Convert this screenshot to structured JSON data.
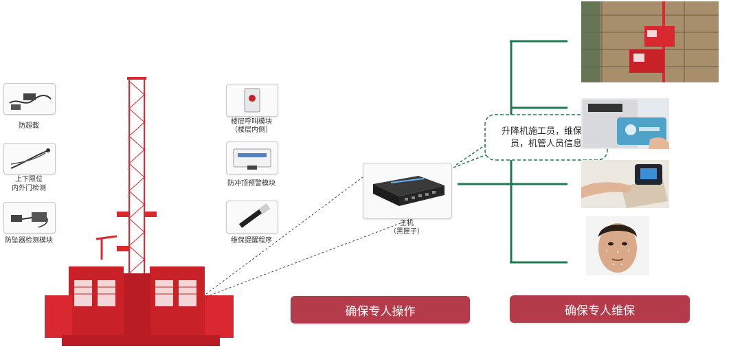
{
  "modules_left": [
    {
      "icon": "overload-sensor-icon",
      "label": "防超载"
    },
    {
      "icon": "limit-cable-icon",
      "label": "上下限位",
      "label2": "内外门检测"
    },
    {
      "icon": "fall-protector-sensor-icon",
      "label": "防坠器检测模块"
    }
  ],
  "modules_right": [
    {
      "icon": "floor-call-device-icon",
      "label": "楼层呼叫模块",
      "label2": "（楼层内侧）"
    },
    {
      "icon": "anti-ceiling-module-icon",
      "label": "防冲顶预警模块"
    },
    {
      "icon": "usb-dongle-icon",
      "label": "维保提醒程序"
    }
  ],
  "host": {
    "label": "主机",
    "sublabel": "（黑匣子）"
  },
  "callout": {
    "line1": "升降机施工员，维保人",
    "line2": "员，机管人员信息"
  },
  "buttons": {
    "operate": "确保专人操作",
    "maintain": "确保专人维保"
  },
  "right_images": [
    "construction-elevator-photo",
    "id-card-photo",
    "fingerprint-reader-photo",
    "face-recognition-photo"
  ],
  "colors": {
    "accent_red": "#b43b49",
    "tree_green": "#1f7a52",
    "elevator_red": "#d9282f"
  }
}
